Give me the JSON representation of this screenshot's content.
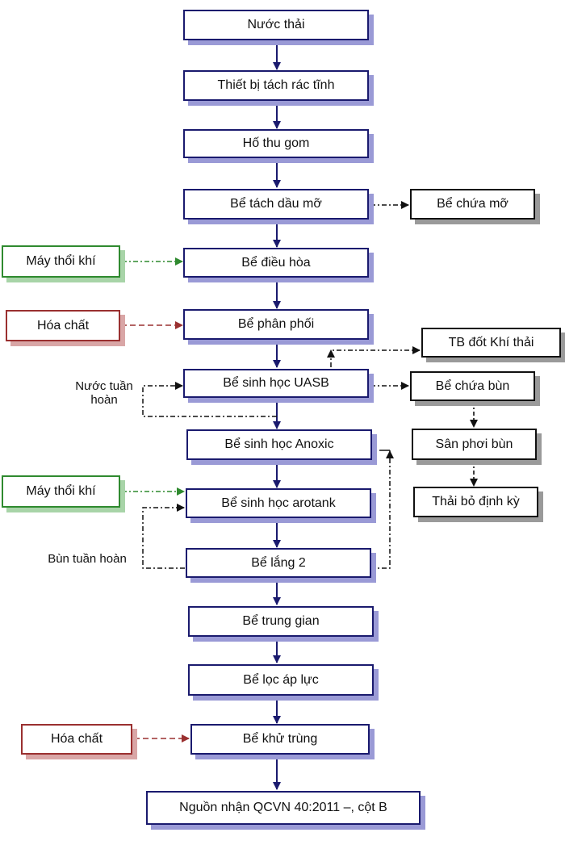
{
  "nodes": {
    "nuoc_thai": "Nước thải",
    "tach_rac": "Thiết bị tách rác tĩnh",
    "ho_thu_gom": "Hố thu gom",
    "tach_dau_mo": "Bể tách dầu mỡ",
    "chua_mo": "Bể chứa mỡ",
    "may_thoi_khi_1": "Máy thổi khí",
    "dieu_hoa": "Bể điều hòa",
    "hoa_chat_1": "Hóa chất",
    "phan_phoi": "Bể phân phối",
    "tb_dot_khi_thai": "TB đốt Khí thải",
    "uasb": "Bể sinh học UASB",
    "chua_bun": "Bể chứa bùn",
    "anoxic": "Bể sinh học Anoxic",
    "san_phoi_bun": "Sân phơi bùn",
    "may_thoi_khi_2": "Máy thổi khí",
    "arotank": "Bể sinh học arotank",
    "thai_bo": "Thải bỏ định kỳ",
    "lang_2": "Bể lắng 2",
    "trung_gian": "Bể trung gian",
    "loc_ap_luc": "Bể lọc áp lực",
    "hoa_chat_2": "Hóa chất",
    "khu_trung": "Bể khử trùng",
    "nguon_nhan": "Nguồn nhận QCVN 40:2011 –, cột B"
  },
  "labels": {
    "nuoc_tuan_hoan_1": "Nước tuần",
    "nuoc_tuan_hoan_2": "hoàn",
    "bun_tuan_hoan": "Bùn tuần hoàn"
  },
  "colors": {
    "main_border": "#1a1a6e",
    "main_shadow": "#9a9ad6",
    "air_line": "#2f8a2f",
    "chem_line": "#9a3030",
    "sludge_line": "#111111"
  }
}
